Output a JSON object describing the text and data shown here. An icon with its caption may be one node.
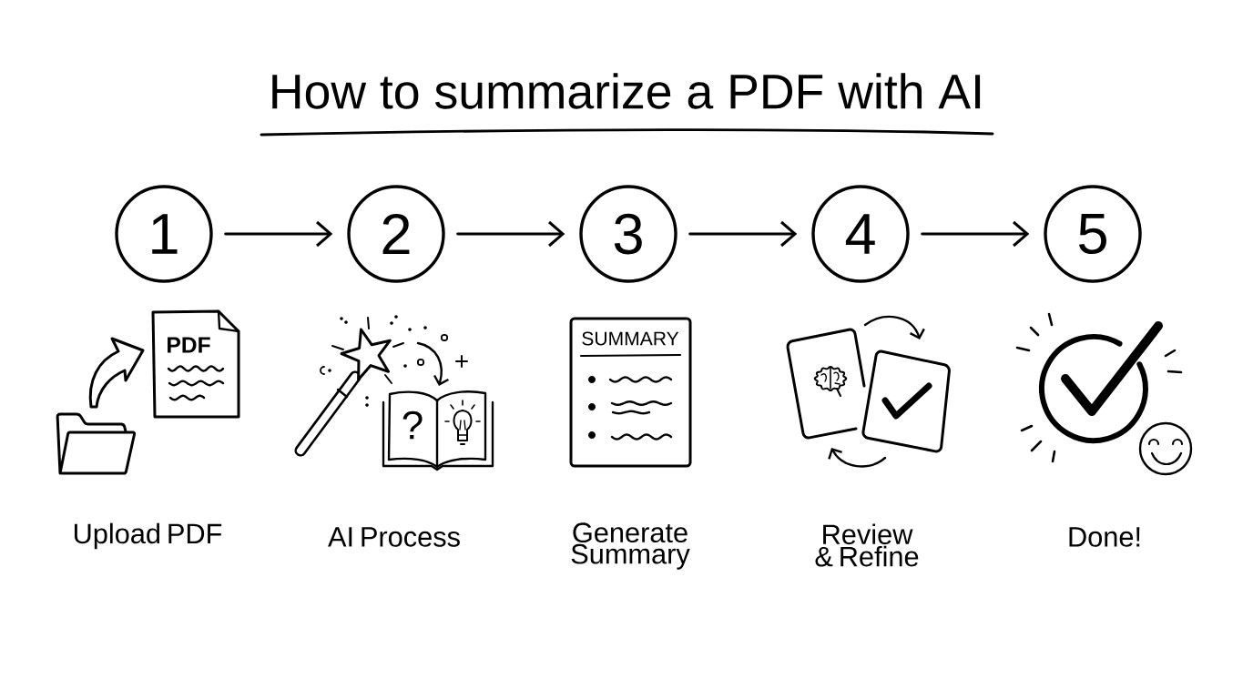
{
  "diagram": {
    "title": "How to summarize a PDF with AI",
    "nodes": [
      {
        "text": [
          "1"
        ]
      },
      {
        "text": [
          "2"
        ]
      },
      {
        "text": [
          "3"
        ]
      },
      {
        "text": [
          "4"
        ]
      },
      {
        "text": [
          "5"
        ]
      }
    ],
    "edges": [
      {
        "from": 0,
        "to": 1,
        "arrow": "to"
      },
      {
        "from": 1,
        "to": 2,
        "arrow": "to"
      },
      {
        "from": 2,
        "to": 3,
        "arrow": "to"
      },
      {
        "from": 3,
        "to": 4,
        "arrow": "to"
      }
    ],
    "labels": [
      "PDF",
      "?",
      "SUMMARY",
      "Upload PDF",
      "AI Process",
      "Generate Summary",
      "Review & Refine",
      "Done!"
    ]
  }
}
